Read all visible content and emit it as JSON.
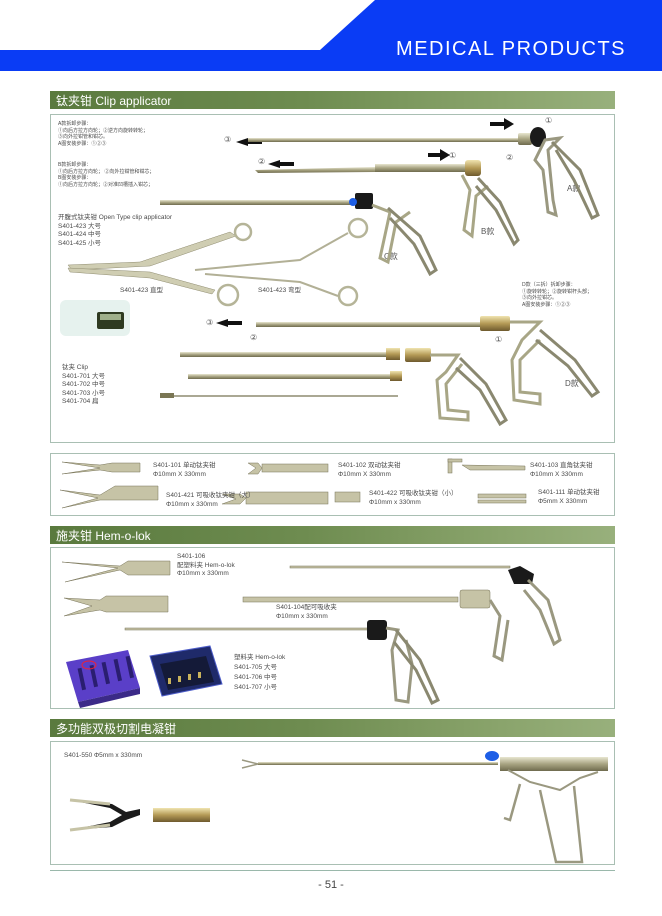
{
  "header": {
    "title": "MEDICAL PRODUCTS",
    "brand_color": "#0a3cf5"
  },
  "sections": {
    "clip_applicator": {
      "title": "钛夹钳 Clip applicator",
      "a_steps": [
        "A款拆卸步骤：",
        "①向后方拉方向轮；②逆方向旋转转轮；",
        "③向外拉钳管和钳芯。",
        "A图安装步骤：①②③"
      ],
      "b_steps": [
        "B款拆卸步骤：",
        "①向后方拉方向轮；  ②向外拉钳管和钳芯；",
        "B图安装步骤：",
        "①向后方拉方向轮；②对准凹槽插入钳芯；"
      ],
      "d_steps": [
        "D款（三拆）拆卸步骤：",
        "①旋转转轮；②旋转钳杆头部；",
        "③向外拉钳芯。",
        "A图安装步骤：①②③"
      ],
      "open_type": [
        "开腹式钛夹钳 Open Type clip applicator",
        "S401-423 大号",
        "S401-424 中号",
        "S401-425 小号"
      ],
      "straight_label": "S401-423 直型",
      "curved_label": "S401-423 弯型",
      "clips": [
        "钛夹 Clip",
        "S401-701 大号",
        "S401-702 中号",
        "S401-703 小号",
        "S401-704 扁"
      ],
      "model_labels": {
        "a": "A款",
        "b": "B款",
        "c": "C款",
        "d": "D款"
      },
      "markers": {
        "one": "①",
        "two": "②",
        "three": "③"
      }
    },
    "jaws": [
      {
        "code": "S401-101 单动钛夹钳",
        "spec": "Φ10mm X 330mm"
      },
      {
        "code": "S401-102 双动钛夹钳",
        "spec": "Φ10mm X 330mm"
      },
      {
        "code": "S401-103 直角钛夹钳",
        "spec": "Φ10mm X 330mm"
      },
      {
        "code": "S401-421 可吸收钛夹钳（大）",
        "spec": "Φ10mm x 330mm"
      },
      {
        "code": "S401-422 可吸收钛夹钳（小）",
        "spec": "Φ10mm x 330mm"
      },
      {
        "code": "S401-111 单动钛夹钳",
        "spec": "Φ5mm X 330mm"
      }
    ],
    "hemolok": {
      "title": "施夹钳 Hem-o-lok",
      "item106": [
        "S401-106",
        "配塑料夹 Hem-o-lok",
        "Φ10mm x 330mm"
      ],
      "item104": [
        "S401-104配可吸收夹",
        "Φ10mm x 330mm"
      ],
      "clips": [
        "塑料夹 Hem-o-lok",
        "S401-705 大号",
        "S401-706 中号",
        "S401-707 小号"
      ]
    },
    "bipolar": {
      "title": "多功能双极切割电凝钳",
      "item": "S401-550   Φ5mm x 330mm"
    }
  },
  "footer": {
    "page": "- 51 -"
  }
}
